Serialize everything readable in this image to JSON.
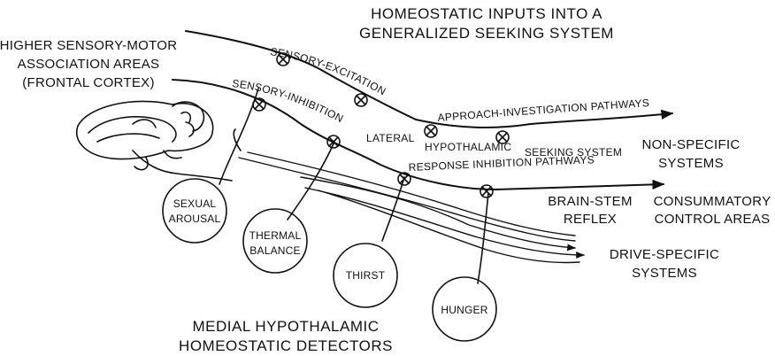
{
  "title": {
    "line1": "HOMEOSTATIC INPUTS INTO A",
    "line2": "GENERALIZED SEEKING SYSTEM"
  },
  "outputs": {
    "higher_areas": [
      "HIGHER SENSORY-MOTOR",
      "ASSOCIATION AREAS",
      "(FRONTAL CORTEX)"
    ],
    "non_specific": [
      "NON-SPECIFIC",
      "SYSTEMS"
    ],
    "brain_stem": [
      "BRAIN-STEM",
      "REFLEX"
    ],
    "consummatory": [
      "CONSUMMATORY",
      "CONTROL AREAS"
    ],
    "drive_specific": [
      "DRIVE-SPECIFIC",
      "SYSTEMS"
    ]
  },
  "pathways": {
    "sensory_excitation": "SENSORY-EXCITATION",
    "sensory_inhibition": "SENSORY-INHIBITION",
    "approach": "APPROACH-INVESTIGATION PATHWAYS",
    "response_inhibition": "RESPONSE INHIBITION PATHWAYS",
    "lateral": "LATERAL",
    "hypothalamic": "HYPOTHALAMIC",
    "seeking_system": "SEEKING SYSTEM"
  },
  "detectors": {
    "sexual": [
      "SEXUAL",
      "AROUSAL"
    ],
    "thermal": [
      "THERMAL",
      "BALANCE"
    ],
    "thirst": [
      "THIRST"
    ],
    "hunger": [
      "HUNGER"
    ]
  },
  "footer": {
    "line1": "MEDIAL HYPOTHALAMIC",
    "line2": "HOMEOSTATIC DETECTORS"
  }
}
